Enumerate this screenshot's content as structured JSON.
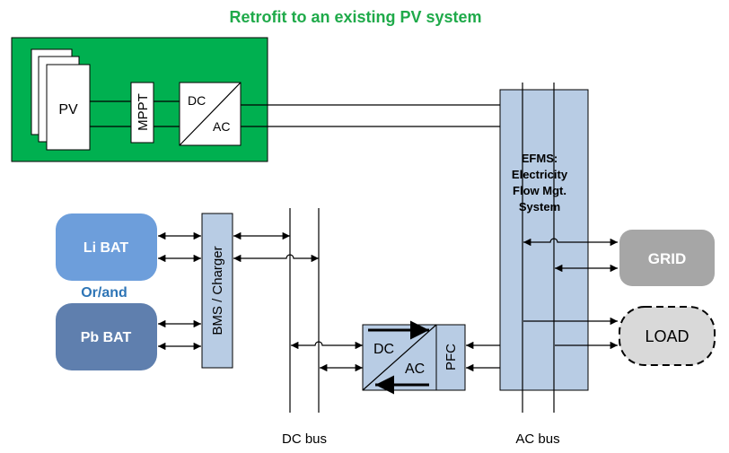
{
  "title": "Retrofit to an existing PV system",
  "pv_block": {
    "pv": "PV",
    "mppt": "MPPT",
    "dc": "DC",
    "ac": "AC"
  },
  "batteries": {
    "li": "Li BAT",
    "or_and": "Or/and",
    "pb": "Pb BAT"
  },
  "bms": "BMS / Charger",
  "converter": {
    "dc": "DC",
    "ac": "AC",
    "pfc": "PFC"
  },
  "efms": [
    "EFMS:",
    "Electricity",
    "Flow Mgt.",
    "System"
  ],
  "grid": "GRID",
  "load": "LOAD",
  "dc_bus": "DC bus",
  "ac_bus": "AC bus",
  "colors": {
    "title_green": "#1faa4a",
    "pv_green": "#00b050",
    "li_bat": "#6d9edb",
    "pb_bat": "#5f7fae",
    "box_blue": "#b8cce4",
    "grid": "#a6a6a6",
    "load": "#d9d9d9",
    "or_and": "#2e75b6"
  }
}
